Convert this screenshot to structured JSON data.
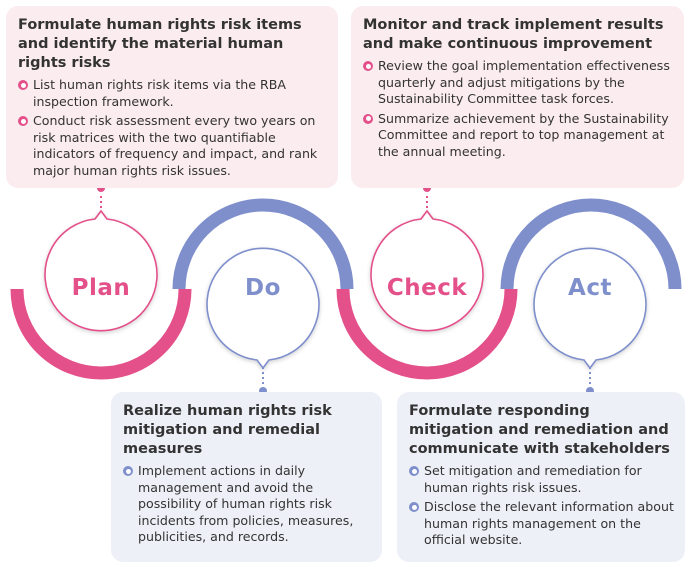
{
  "colors": {
    "pink": "#e3508a",
    "blue": "#7e8fcc",
    "pink_card": "#fbecef",
    "blue_card": "#eef0f8"
  },
  "stages": [
    {
      "label": "Plan",
      "color": "#e3508a"
    },
    {
      "label": "Do",
      "color": "#7e8fcc"
    },
    {
      "label": "Check",
      "color": "#e3508a"
    },
    {
      "label": "Act",
      "color": "#7e8fcc"
    }
  ],
  "plan_card": {
    "title": "Formulate human rights risk items and identify the material human rights risks",
    "items": [
      "List human rights risk items via the RBA inspection framework.",
      "Conduct risk assessment every two years on risk matrices with the two quantifiable indicators of frequency and impact, and rank major human rights risk issues."
    ]
  },
  "check_card": {
    "title": "Monitor and track implement results and make continuous improvement",
    "items": [
      "Review the goal implementation effectiveness quarterly and adjust mitigations by the Sustainability Committee task forces.",
      "Summarize achievement by the Sustainability Committee and report to top management at the annual meeting."
    ]
  },
  "do_card": {
    "title": "Realize human rights risk mitigation and remedial measures",
    "items": [
      "Implement actions in daily management and avoid the possibility of human rights risk incidents from policies, measures, publicities, and records."
    ]
  },
  "act_card": {
    "title": "Formulate responding mitigation and remediation and communicate with stakeholders",
    "items": [
      "Set mitigation and remediation for human rights risk issues.",
      "Disclose the relevant information about human rights management on the official website."
    ]
  }
}
